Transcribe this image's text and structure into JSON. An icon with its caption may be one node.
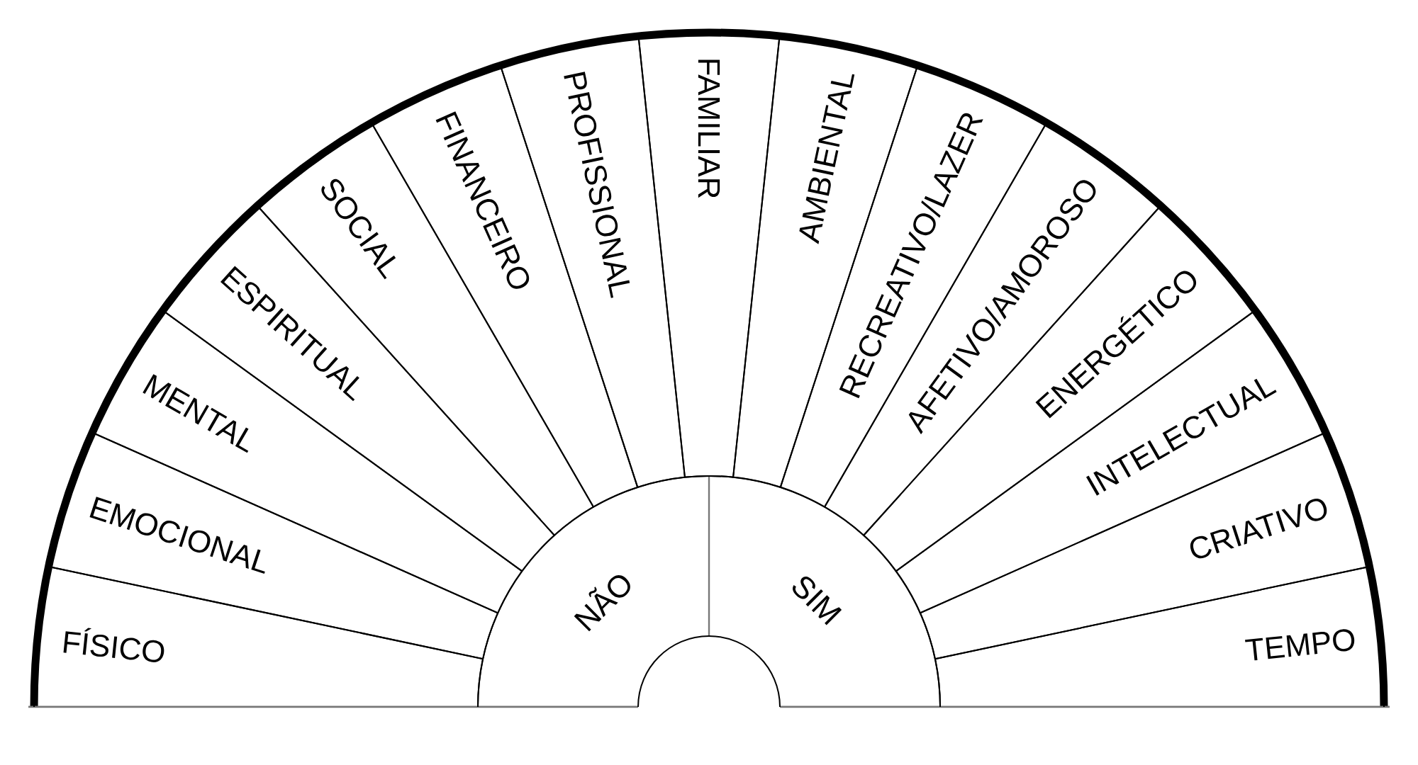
{
  "diagram": {
    "nodes": [
      {
        "text": [
          "FÍSICO"
        ]
      },
      {
        "text": [
          "EMOCIONAL"
        ]
      },
      {
        "text": [
          "MENTAL"
        ]
      },
      {
        "text": [
          "ESPIRITUAL"
        ]
      },
      {
        "text": [
          "SOCIAL"
        ]
      },
      {
        "text": [
          "FINANCEIRO"
        ]
      },
      {
        "text": [
          "PROFISSIONAL"
        ]
      },
      {
        "text": [
          "FAMILIAR"
        ]
      },
      {
        "text": [
          "AMBIENTAL"
        ]
      },
      {
        "text": [
          "RECREATIVO/LAZER"
        ]
      },
      {
        "text": [
          "AFETIVO/AMOROSO"
        ]
      },
      {
        "text": [
          "ENERGÉTICO"
        ]
      },
      {
        "text": [
          "INTELECTUAL"
        ]
      },
      {
        "text": [
          "CRIATIVO"
        ]
      },
      {
        "text": [
          "TEMPO"
        ]
      },
      {
        "text": [
          "NÃO"
        ]
      },
      {
        "text": [
          "SIM"
        ]
      }
    ]
  }
}
